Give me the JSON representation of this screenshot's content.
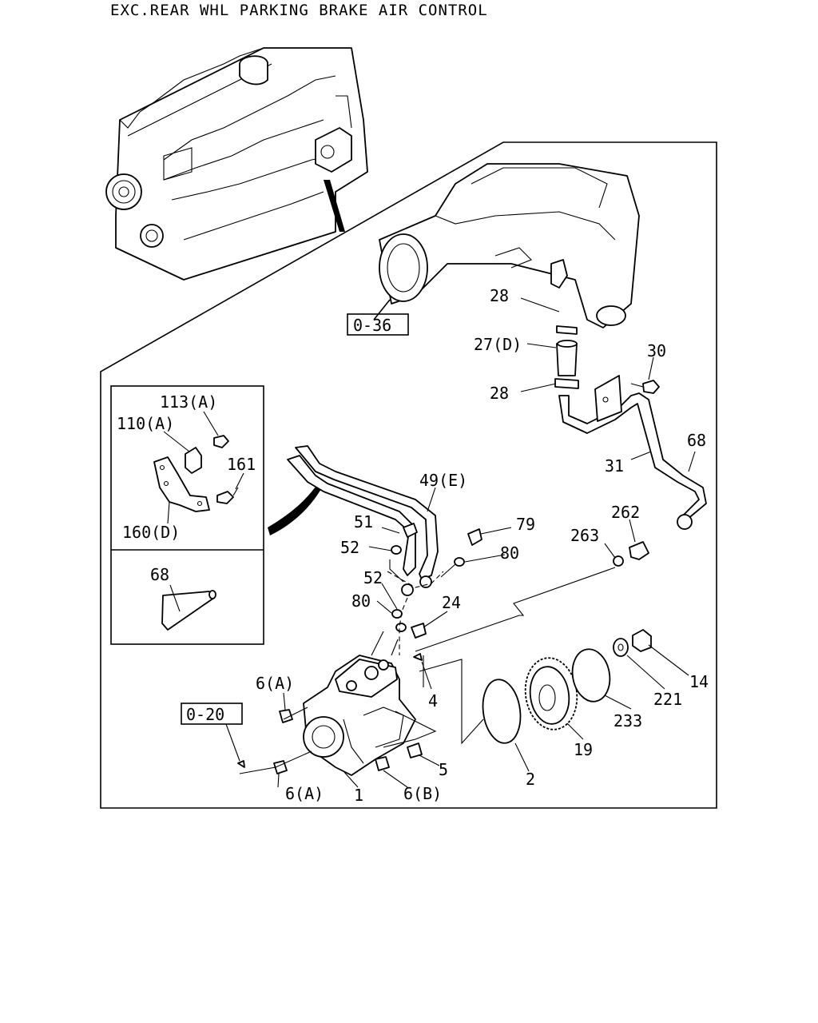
{
  "title": "EXC.REAR WHL PARKING BRAKE AIR CONTROL",
  "refs": [
    "0-36",
    "0-20"
  ],
  "callouts": {
    "c28a": "28",
    "c27": "27(D)",
    "c28b": "28",
    "c30": "30",
    "c68a": "68",
    "c31": "31",
    "c262": "262",
    "c263": "263",
    "c113": "113(A)",
    "c110": "110(A)",
    "c161": "161",
    "c160": "160(D)",
    "c68b": "68",
    "c49": "49(E)",
    "c51": "51",
    "c52a": "52",
    "c79": "79",
    "c80a": "80",
    "c52b": "52",
    "c80b": "80",
    "c24": "24",
    "c4": "4",
    "c6a1": "6(A)",
    "c6a2": "6(A)",
    "c6b": "6(B)",
    "c5": "5",
    "c1": "1",
    "c2": "2",
    "c19": "19",
    "c233": "233",
    "c221": "221",
    "c14": "14"
  }
}
